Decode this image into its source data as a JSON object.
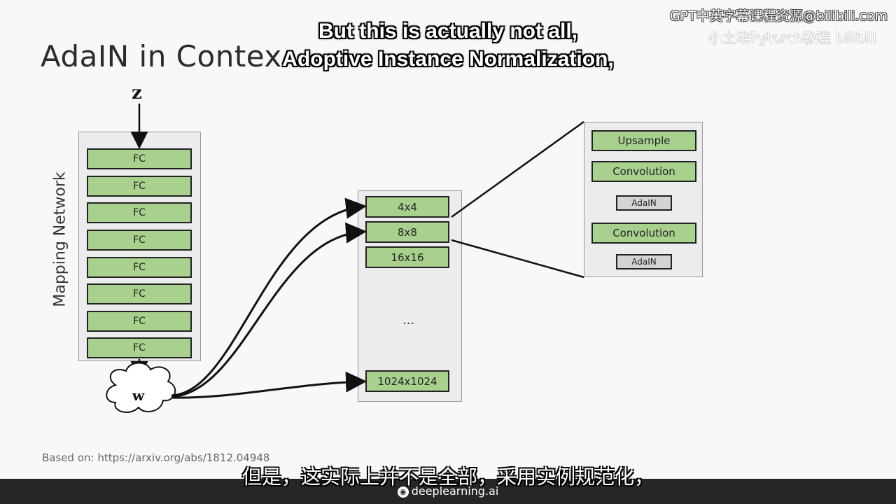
{
  "slide": {
    "title": "AdaIN in Contex",
    "source_note": "Based on: https://arxiv.org/abs/1812.04948"
  },
  "mapping_network": {
    "label": "Mapping Network",
    "input": "z",
    "output": "w",
    "layers": [
      "FC",
      "FC",
      "FC",
      "FC",
      "FC",
      "FC",
      "FC",
      "FC"
    ]
  },
  "synthesis": {
    "blocks": [
      "4x4",
      "8x8",
      "16x16"
    ],
    "ellipsis": "...",
    "last_block": "1024x1024"
  },
  "detail": {
    "upsample": "Upsample",
    "conv1": "Convolution",
    "adain1": "AdaIN",
    "conv2": "Convolution",
    "adain2": "AdaIN"
  },
  "subtitles": {
    "en_line1": "But this is actually not all,",
    "en_line2": "Adoptive Instance Normalization,",
    "cn": "但是，这实际上并不是全部，采用实例规范化，"
  },
  "watermark": "GPT中英字幕课程资源@bilibili.com",
  "watermark2": "小土堆Pytorch教程  bilibili",
  "brand": {
    "name": "deeplearning.ai",
    "icon": "deeplearning-logo-icon"
  },
  "colors": {
    "block_fill": "#a9d18e",
    "adain_fill": "#d4d4d4",
    "panel_fill": "#ececec"
  }
}
